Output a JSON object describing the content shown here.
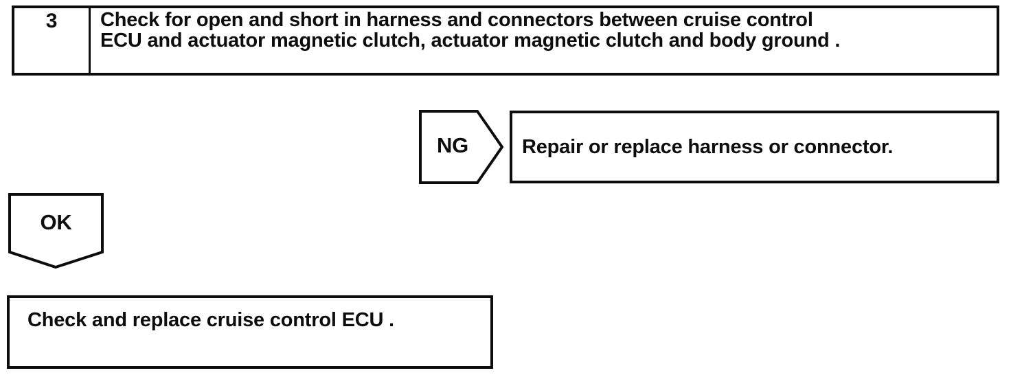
{
  "colors": {
    "ink": "#0d0d0d",
    "paper": "#ffffff"
  },
  "step_box": {
    "number": "3",
    "instruction_lines": [
      "Check for open and short in harness and connectors between cruise control",
      "ECU and actuator magnetic clutch, actuator magnetic clutch and body ground ."
    ]
  },
  "ng_branch": {
    "label": "NG",
    "action": "Repair or replace harness or connector."
  },
  "ok_branch": {
    "label": "OK",
    "action": "Check and replace cruise control ECU ."
  }
}
